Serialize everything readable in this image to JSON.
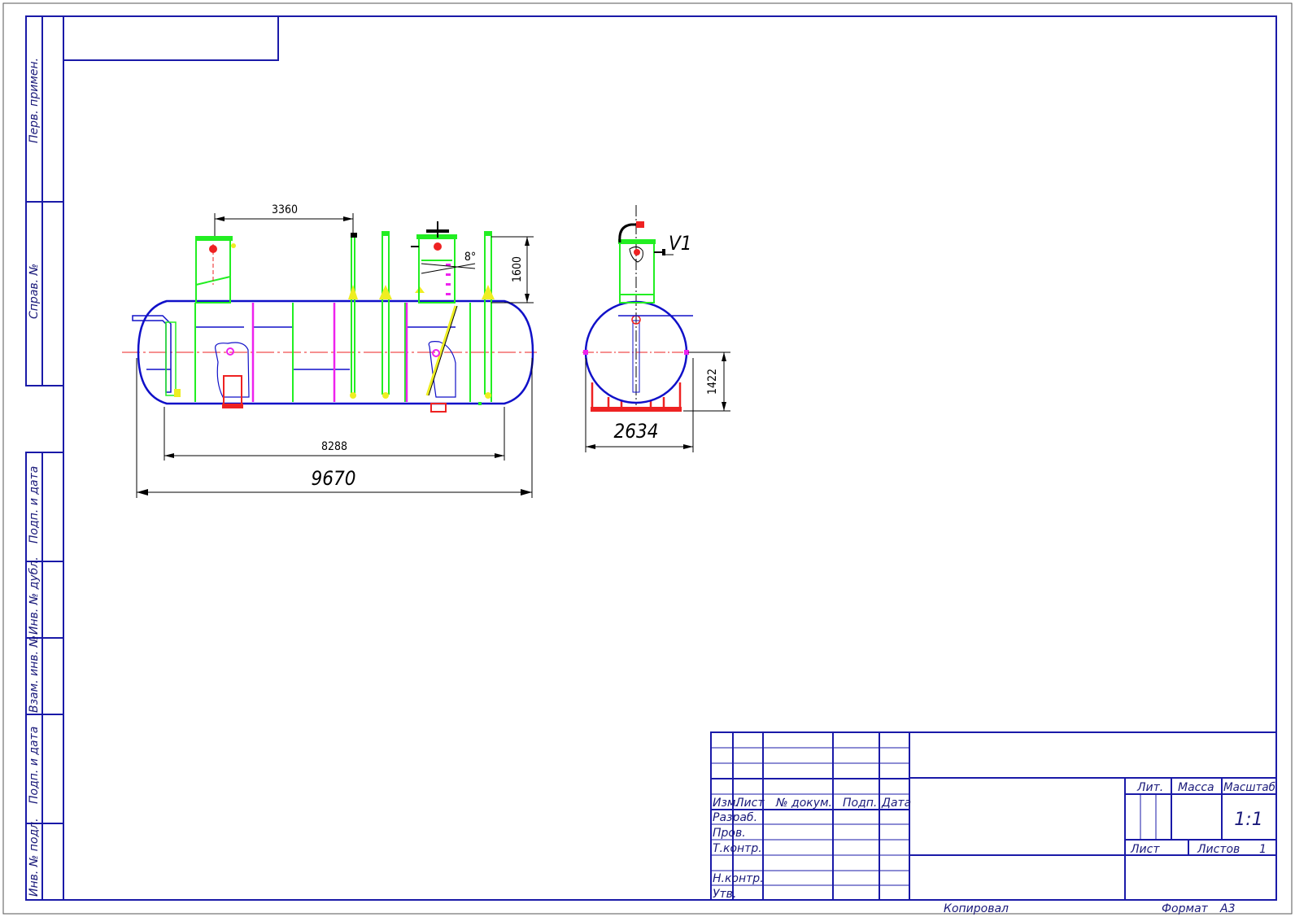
{
  "side_strip": {
    "perv_primen": "Перв. примен.",
    "sprav_no": "Справ. №",
    "podp_data_1": "Подп. и дата",
    "inv_dubl": "Инв. № дубл.",
    "vzam_inv": "Взам. инв. №",
    "podp_data_2": "Подп. и дата",
    "inv_podl": "Инв. № подл."
  },
  "drawing": {
    "dims": {
      "d3360": "3360",
      "d1600": "1600",
      "d8deg": "8°",
      "d8288": "8288",
      "d9670": "9670",
      "d1422": "1422",
      "d2634": "2634",
      "view_label": "V1"
    }
  },
  "title_block": {
    "headers": {
      "izm": "Изм.",
      "list": "Лист",
      "doc_no": "№ докум.",
      "podp": "Подп.",
      "data": "Дата"
    },
    "roles": {
      "razrab": "Разраб.",
      "prov": "Пров.",
      "tkontr": "Т.контр.",
      "nkontr": "Н.контр.",
      "utv": "Утв."
    },
    "lit_label": "Лит.",
    "massa_label": "Масса",
    "masshtab_label": "Масштаб",
    "scale_value": "1:1",
    "sheet_label": "Лист",
    "sheets_label": "Листов",
    "sheets_value": "1"
  },
  "footer": {
    "kopiroval": "Копировал",
    "format_label": "Формат",
    "format_value": "A3"
  },
  "colors": {
    "frame": "#1a1aa8",
    "vessel": "#1010c8",
    "nozzle": "#22ee22",
    "magenta": "#ee22ee",
    "support": "#ee2222",
    "yellow": "#eeee22",
    "axis": "#ee2222"
  }
}
